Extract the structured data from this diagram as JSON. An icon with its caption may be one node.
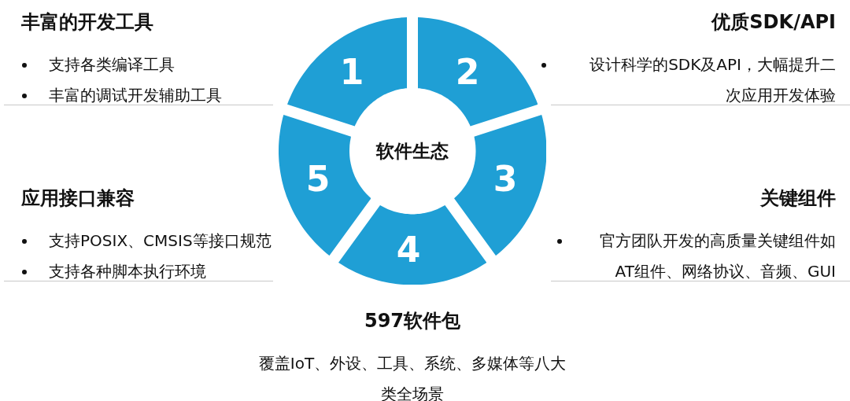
{
  "diagram": {
    "nodes": [
      {
        "text": [
          "软件生态"
        ]
      },
      {
        "text": [
          "1"
        ]
      },
      {
        "text": [
          "2"
        ]
      },
      {
        "text": [
          "3"
        ]
      },
      {
        "text": [
          "4"
        ]
      },
      {
        "text": [
          "5"
        ]
      }
    ],
    "labels": [
      "丰富的开发工具",
      "支持各类编译工具",
      "丰富的调试开发辅助工具",
      "优质SDK/API",
      "设计科学的SDK及API，大幅提升二次应用开发体验",
      "应用接口兼容",
      "支持POSIX、CMSIS等接口规范",
      "支持各种脚本执行环境",
      "关键组件",
      "官方团队开发的高质量关键组件如AT组件、网络协议、音频、GUI",
      "597软件包",
      "覆盖IoT、外设、工具、系统、多媒体等八大类全场景"
    ]
  }
}
